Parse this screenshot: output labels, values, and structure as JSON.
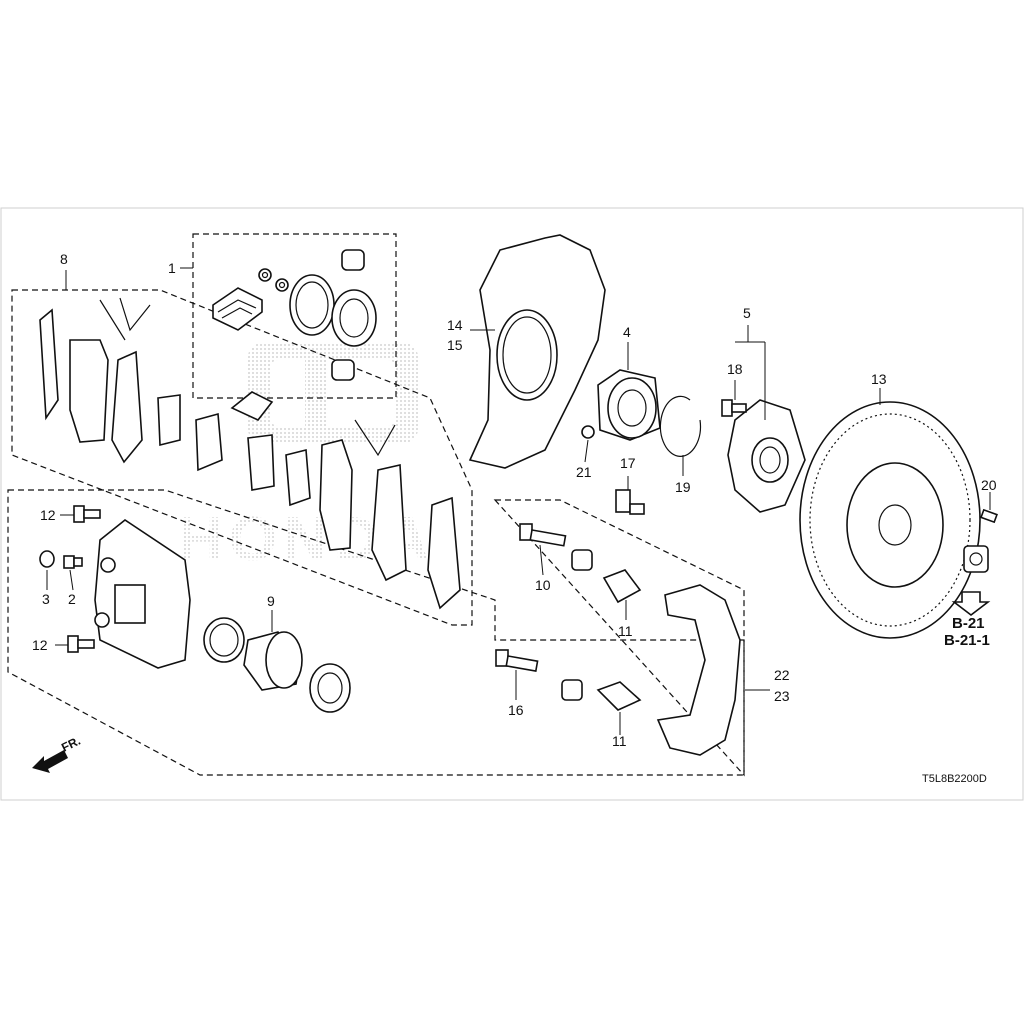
{
  "diagram": {
    "part_numbers": [
      "1",
      "8",
      "14",
      "15",
      "4",
      "5",
      "18",
      "13",
      "21",
      "17",
      "19",
      "20",
      "12",
      "3",
      "2",
      "9",
      "10",
      "11",
      "22",
      "23",
      "16"
    ],
    "labels": {
      "p1": "1",
      "p2": "2",
      "p3": "3",
      "p4": "4",
      "p5": "5",
      "p8": "8",
      "p9": "9",
      "p10": "10",
      "p11a": "11",
      "p11b": "11",
      "p12a": "12",
      "p12b": "12",
      "p13": "13",
      "p14": "14",
      "p15": "15",
      "p16": "16",
      "p17": "17",
      "p18": "18",
      "p19": "19",
      "p20": "20",
      "p21": "21",
      "p22": "22",
      "p23": "23"
    },
    "reference": {
      "line1": "B-21",
      "line2": "B-21-1"
    },
    "direction_label": "FR.",
    "drawing_code": "T5L8B2200D",
    "watermark_text": "HONDA"
  },
  "colors": {
    "line": "#111111",
    "background": "#ffffff",
    "watermark": "#9a9a9a"
  },
  "icons": {
    "direction": "arrow-left-icon",
    "reference": "arrow-down-outline-icon"
  }
}
